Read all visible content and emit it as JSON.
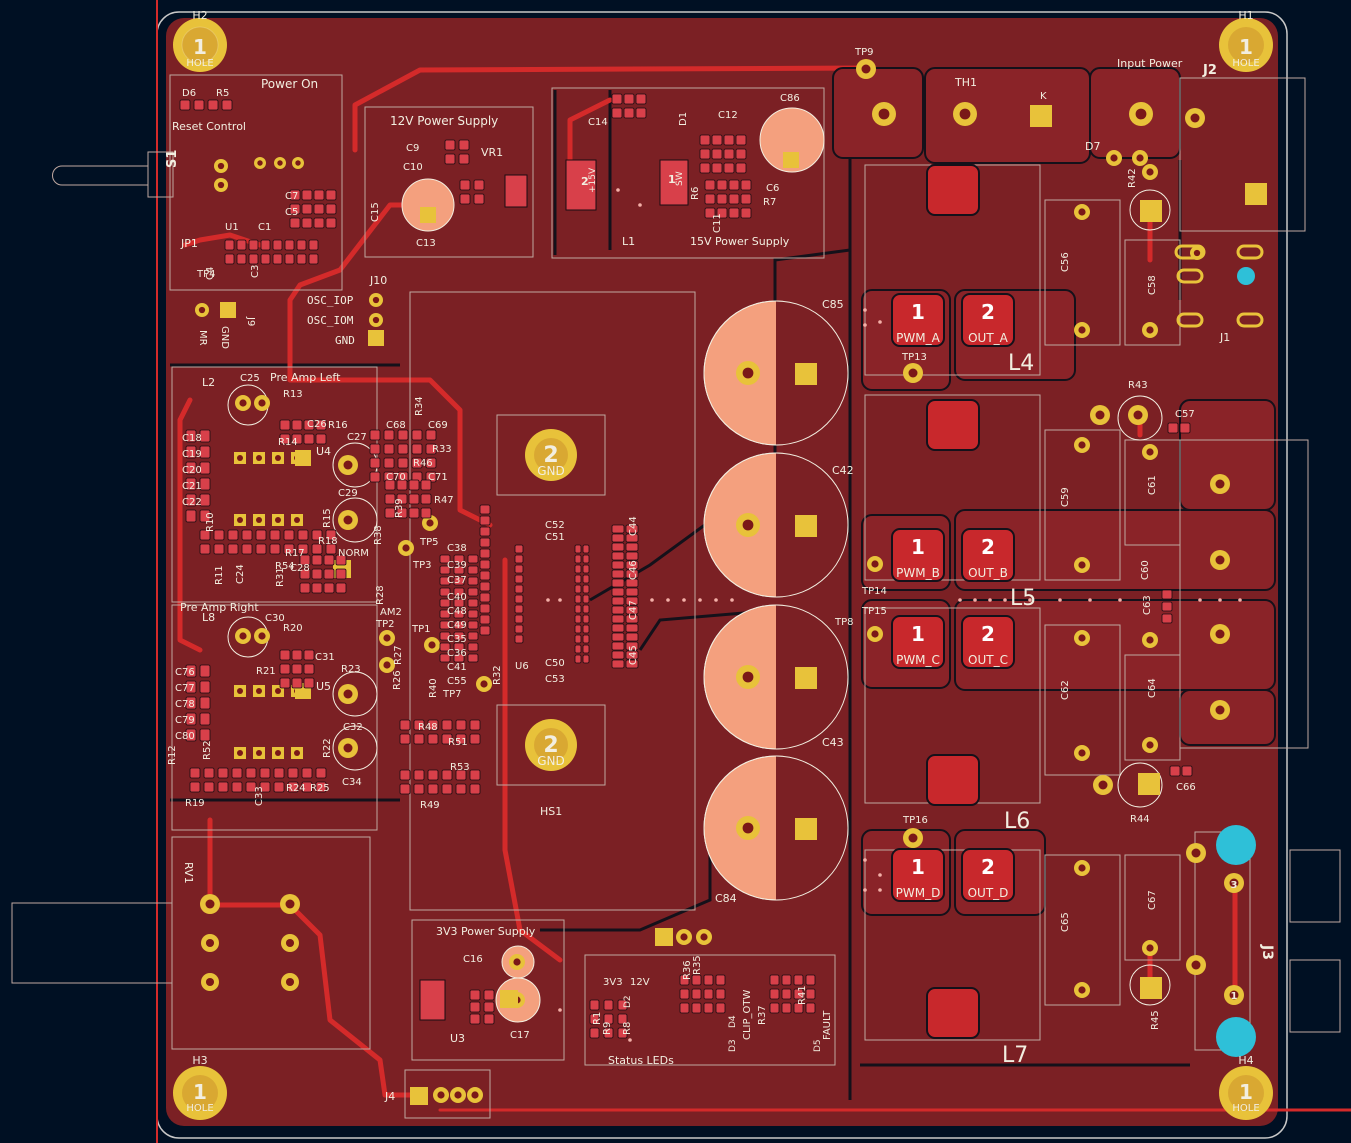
{
  "colors": {
    "background": "#001023",
    "copper_top": "#7b2024",
    "copper_zone": "#8a2328",
    "track": "#d42a2a",
    "pad": "#e8c23a",
    "silkscreen": "#f2eee0",
    "cap_fill": "#f4a07e",
    "test_point": "#2ec0d8"
  },
  "mounting_holes": [
    {
      "ref": "H1",
      "label": "1",
      "hole": "HOLE"
    },
    {
      "ref": "H2",
      "label": "1",
      "hole": "HOLE"
    },
    {
      "ref": "H3",
      "label": "1",
      "hole": "HOLE"
    },
    {
      "ref": "H4",
      "label": "1",
      "hole": "HOLE"
    }
  ],
  "blocks": {
    "power_on": "Power On",
    "reset_control": "Reset Control",
    "supply_12v": "12V Power Supply",
    "supply_15v": "15V Power Supply",
    "supply_3v3": "3V3 Power Supply",
    "input_power": "Input Power",
    "status_leds": "Status LEDs",
    "preamp_left": "Pre Amp Left",
    "preamp_right": "Pre Amp Right"
  },
  "headers": {
    "j10": "J10",
    "osc_iop": "OSC_IOP",
    "osc_iom": "OSC_IOM",
    "gnd": "GND",
    "j9": "J9",
    "mr": "MR",
    "j9_gnd": "GND"
  },
  "heatsink": {
    "ref": "HS1",
    "pad_num": "2",
    "pad_label": "GND"
  },
  "power_pads": [
    {
      "num": "1",
      "label": "PWM_A"
    },
    {
      "num": "2",
      "label": "OUT_A"
    },
    {
      "num": "1",
      "label": "PWM_B"
    },
    {
      "num": "2",
      "label": "OUT_B"
    },
    {
      "num": "1",
      "label": "PWM_C"
    },
    {
      "num": "2",
      "label": "OUT_C"
    },
    {
      "num": "1",
      "label": "PWM_D"
    },
    {
      "num": "2",
      "label": "OUT_D"
    }
  ],
  "inductors": [
    "L4",
    "L5",
    "L6",
    "L7"
  ],
  "big_caps": [
    "C85",
    "C42",
    "C43",
    "C84"
  ],
  "connectors": {
    "j2": "J2",
    "j1": "J1",
    "j3": "J3",
    "th1": "TH1",
    "d7": "D7",
    "k": "K",
    "j3_pin3": "3",
    "j3_pin1": "1",
    "rv1": "RV1",
    "s1": "S1",
    "j4": "J4",
    "jp1": "JP1"
  },
  "test_points": [
    "TP9",
    "TP13",
    "TP14",
    "TP15",
    "TP16",
    "TP8",
    "TP4",
    "TP1",
    "TP2",
    "TP3",
    "TP5",
    "TP7"
  ],
  "regulators": {
    "vr1": "VR1",
    "u3": "U3",
    "u4": "U4",
    "u5": "U5",
    "u6": "U6",
    "l1": "L1",
    "l2": "L2",
    "l8": "L8"
  },
  "smd_labels": {
    "c2_15v": "2",
    "c2_15v_txt": "+15V",
    "sw_num": "1",
    "sw_txt": "SW"
  },
  "led_labels": [
    "3V3",
    "12V",
    "CLIP_OTW",
    "FAULT",
    "D2",
    "D3",
    "D4",
    "D5"
  ],
  "refs_small": [
    "C14",
    "C86",
    "C9",
    "C10",
    "C15",
    "C13",
    "C7",
    "C5",
    "C1",
    "U1",
    "D6",
    "R5",
    "C4",
    "R42",
    "C58",
    "C56",
    "R43",
    "C57",
    "C59",
    "C61",
    "C60",
    "C63",
    "C62",
    "C64",
    "R44",
    "C66",
    "C65",
    "C67",
    "R45",
    "R13",
    "R14",
    "C26",
    "R16",
    "C27",
    "C29",
    "R15",
    "R10",
    "R11",
    "R17",
    "R18",
    "C28",
    "R34",
    "C68",
    "C69",
    "R33",
    "R46",
    "C70",
    "C71",
    "R47",
    "R39",
    "R38",
    "C38",
    "C37",
    "C39",
    "C40",
    "C48",
    "C49",
    "C35",
    "C36",
    "C41",
    "C55",
    "C52",
    "C51",
    "C44",
    "C46",
    "C47",
    "C45",
    "C50",
    "C53",
    "R32",
    "R20",
    "C31",
    "R21",
    "R23",
    "C32",
    "C34",
    "R22",
    "R24",
    "R25",
    "R12",
    "R19",
    "C33",
    "C30",
    "R27",
    "R26",
    "R40",
    "R48",
    "R49",
    "R51",
    "R53",
    "C16",
    "C17",
    "R1",
    "R8",
    "R9",
    "R36",
    "R37",
    "R41",
    "R35",
    "R28",
    "R31",
    "R54",
    "C24",
    "C25",
    "C76",
    "C77",
    "C78",
    "C79",
    "C80",
    "C18",
    "C19",
    "C20",
    "C21",
    "C22",
    "R52",
    "C3",
    "C6",
    "R7",
    "R6",
    "C11",
    "C12",
    "D1",
    "NORM",
    "AM2"
  ]
}
